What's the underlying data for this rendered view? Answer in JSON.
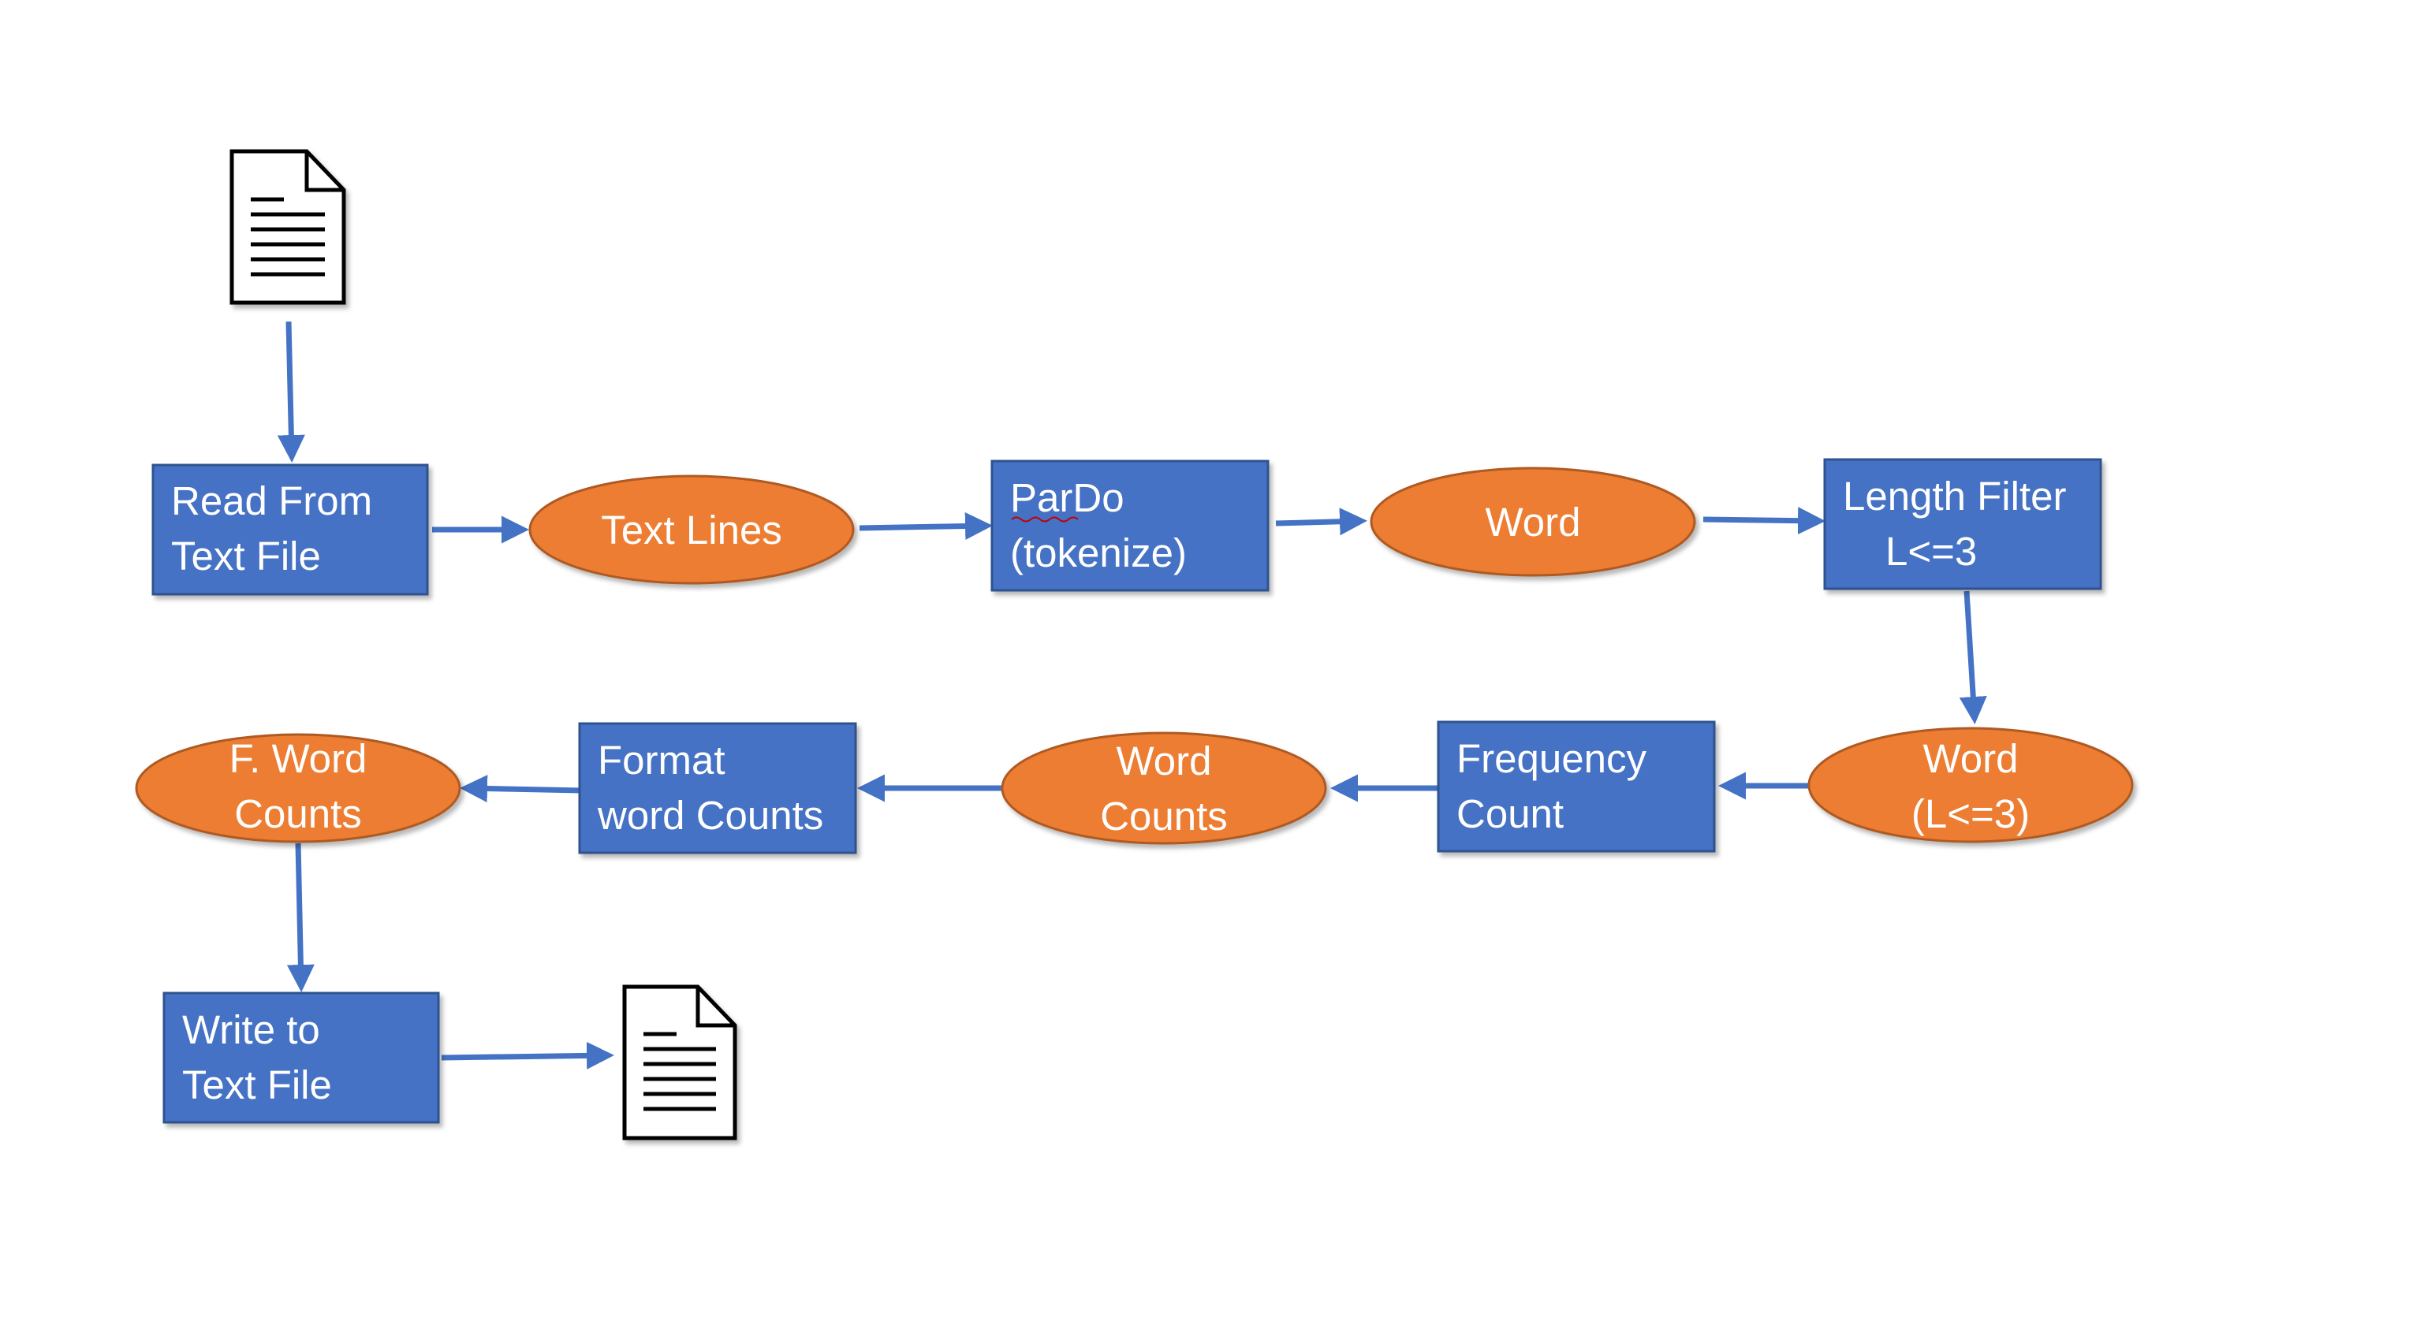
{
  "colors": {
    "process_fill": "#4472C4",
    "process_border": "#2F528F",
    "data_fill": "#ED7D31",
    "data_border": "#AE5A21",
    "arrow": "#4472C4",
    "text": "#FFFFFF"
  },
  "nodes": {
    "read_from_text_file": {
      "kind": "process",
      "line1": "Read From",
      "line2": "Text File"
    },
    "text_lines": {
      "kind": "data",
      "line1": "Text Lines"
    },
    "pardo_tokenize": {
      "kind": "process",
      "line1": "ParDo",
      "line2": "(tokenize)"
    },
    "word": {
      "kind": "data",
      "line1": "Word"
    },
    "length_filter": {
      "kind": "process",
      "line1": "Length Filter",
      "line2": "L<=3"
    },
    "word_filtered": {
      "kind": "data",
      "line1": "Word",
      "line2": "(L<=3)"
    },
    "frequency_count": {
      "kind": "process",
      "line1": "Frequency",
      "line2": "Count"
    },
    "word_counts": {
      "kind": "data",
      "line1": "Word",
      "line2": "Counts"
    },
    "format_word_counts": {
      "kind": "process",
      "line1": "Format",
      "line2": "word Counts"
    },
    "f_word_counts": {
      "kind": "data",
      "line1": "F. Word",
      "line2": "Counts"
    },
    "write_to_text_file": {
      "kind": "process",
      "line1": "Write to",
      "line2": "Text File"
    }
  },
  "icons": {
    "input": "document-icon",
    "output": "document-icon"
  },
  "edges": [
    {
      "from": "input-document",
      "to": "read_from_text_file"
    },
    {
      "from": "read_from_text_file",
      "to": "text_lines"
    },
    {
      "from": "text_lines",
      "to": "pardo_tokenize"
    },
    {
      "from": "pardo_tokenize",
      "to": "word"
    },
    {
      "from": "word",
      "to": "length_filter"
    },
    {
      "from": "length_filter",
      "to": "word_filtered"
    },
    {
      "from": "word_filtered",
      "to": "frequency_count"
    },
    {
      "from": "frequency_count",
      "to": "word_counts"
    },
    {
      "from": "word_counts",
      "to": "format_word_counts"
    },
    {
      "from": "format_word_counts",
      "to": "f_word_counts"
    },
    {
      "from": "f_word_counts",
      "to": "write_to_text_file"
    },
    {
      "from": "write_to_text_file",
      "to": "output-document"
    }
  ]
}
